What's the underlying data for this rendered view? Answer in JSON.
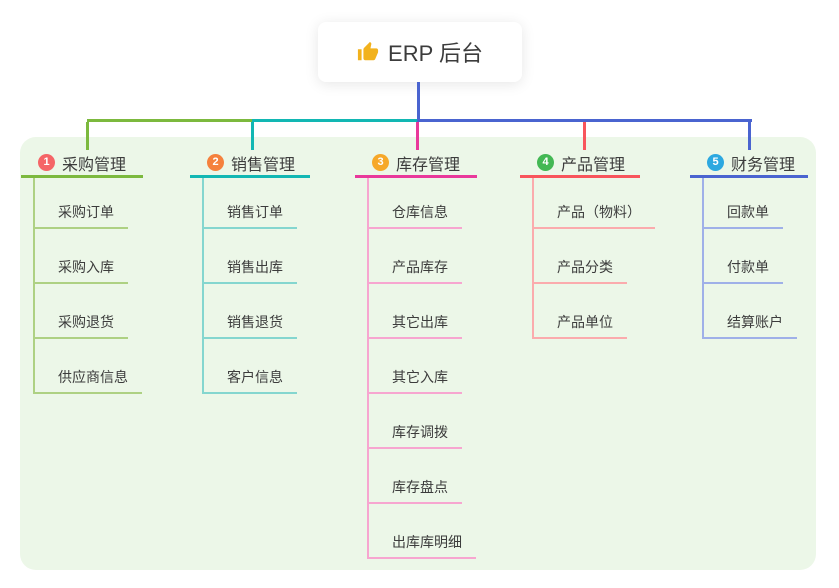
{
  "root": {
    "icon": "thumbs-up",
    "label": "ERP 后台"
  },
  "branches": [
    {
      "num": "1",
      "label": "采购管理",
      "num_color": "#f56567",
      "line_color": "#7cb93e",
      "child_line_color": "#aed183",
      "children": [
        "采购订单",
        "采购入库",
        "采购退货",
        "供应商信息"
      ]
    },
    {
      "num": "2",
      "label": "销售管理",
      "num_color": "#f5813d",
      "line_color": "#12b7b3",
      "child_line_color": "#84d6cf",
      "children": [
        "销售订单",
        "销售出库",
        "销售退货",
        "客户信息"
      ]
    },
    {
      "num": "3",
      "label": "库存管理",
      "num_color": "#f6a829",
      "line_color": "#e9399b",
      "child_line_color": "#f7a6d0",
      "children": [
        "仓库信息",
        "产品库存",
        "其它出库",
        "其它入库",
        "库存调拨",
        "库存盘点",
        "出库库明细"
      ]
    },
    {
      "num": "4",
      "label": "产品管理",
      "num_color": "#43b854",
      "line_color": "#f8555c",
      "child_line_color": "#fbabad",
      "children": [
        "产品（物料）",
        "产品分类",
        "产品单位"
      ]
    },
    {
      "num": "5",
      "label": "财务管理",
      "num_color": "#2ca8e0",
      "line_color": "#4a64d0",
      "child_line_color": "#9fb0e8",
      "children": [
        "回款单",
        "付款单",
        "结算账户"
      ]
    }
  ],
  "colors": {
    "panel_bg": "#ecf7e8",
    "root_line": "#4a64d0",
    "text": "#3c3c3c",
    "thumb_icon": "#f2b21d"
  }
}
